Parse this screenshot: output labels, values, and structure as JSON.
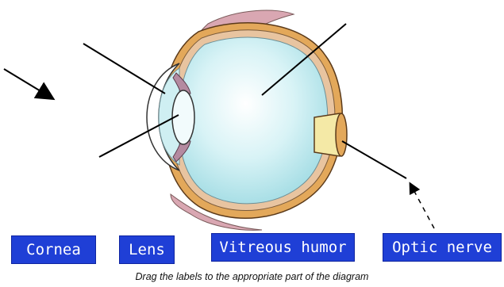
{
  "labels": {
    "cornea": "Cornea",
    "lens": "Lens",
    "vitreous": "Vitreous humor",
    "optic": "Optic nerve"
  },
  "instruction": "Drag the labels to the appropriate part of the diagram",
  "colors": {
    "label_bg": "#1f3fd6",
    "label_text": "#ffffff",
    "sclera": "#e3a85a",
    "choroid": "#d9a7b2",
    "vitreous": "#bfeaf0",
    "optic_nerve": "#f4e9a6"
  },
  "icons": [
    "arrow-pointer",
    "dashed-arrow-pointer"
  ]
}
